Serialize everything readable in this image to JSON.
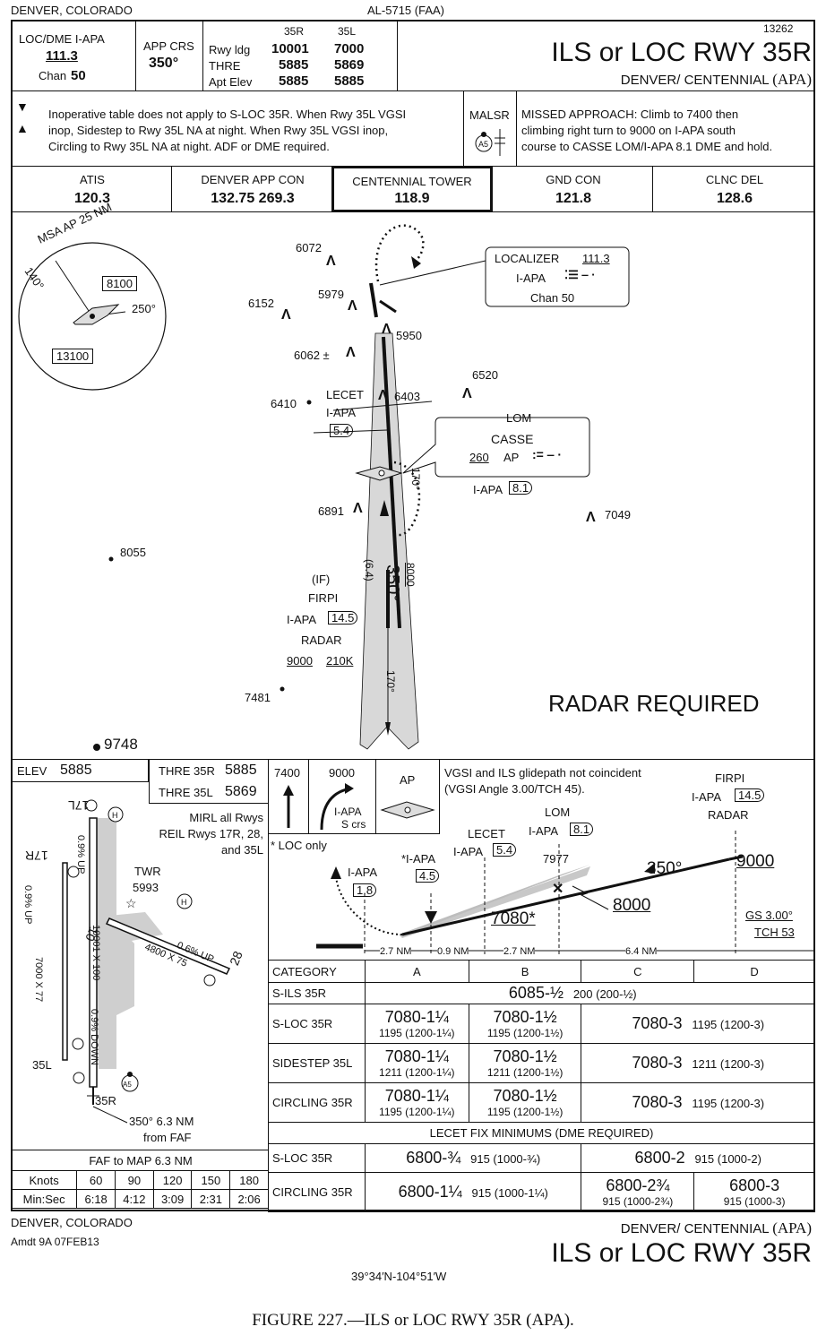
{
  "header": {
    "location": "DENVER, COLORADO",
    "procedure_id": "AL-5715 (FAA)",
    "chart_number": "13262",
    "title": "ILS or LOC RWY 35R",
    "airport": "DENVER/ CENTENNIAL",
    "airport_id": "(APA)",
    "loc_label": "LOC/DME  I-APA",
    "loc_freq": "111.3",
    "chan_label": "Chan",
    "chan_value": "50",
    "app_crs_label": "APP CRS",
    "app_crs_value": "350°",
    "rwy_cols": [
      "35R",
      "35L"
    ],
    "rwy_rows": [
      {
        "label": "Rwy ldg",
        "values": [
          "10001",
          "7000"
        ]
      },
      {
        "label": "THRE",
        "values": [
          "5885",
          "5869"
        ]
      },
      {
        "label": "Apt Elev",
        "values": [
          "5885",
          "5885"
        ]
      }
    ]
  },
  "notes": {
    "note_t_icon": "takeoff-minimums-icon",
    "note_a_icon": "alternate-minimums-icon",
    "text_line1": "Inoperative table does not apply to S-LOC 35R.  When Rwy 35L VGSI",
    "text_line2": "inop, Sidestep to Rwy 35L NA at night.  When Rwy 35L VGSI inop,",
    "text_line3": "Circling to Rwy 35L NA at night.  ADF or DME required.",
    "malsr": "MALSR",
    "malsr_symbol": "A5",
    "missed_line1": "MISSED APPROACH:  Climb to 7400 then",
    "missed_line2": "climbing right turn to 9000 on I-APA south",
    "missed_line3": "course to CASSE LOM/I-APA 8.1 DME and hold."
  },
  "comms": [
    {
      "name": "ATIS",
      "freq": "120.3"
    },
    {
      "name": "DENVER APP CON",
      "freq": "132.75  269.3"
    },
    {
      "name": "CENTENNIAL TOWER",
      "freq": "118.9"
    },
    {
      "name": "GND CON",
      "freq": "121.8"
    },
    {
      "name": "CLNC DEL",
      "freq": "128.6"
    }
  ],
  "plan": {
    "msa_title": "MSA AP 25 NM",
    "msa_bearing1": "140°",
    "msa_bearing2": "250°",
    "msa_alt1": "8100",
    "msa_alt2": "13100",
    "localizer_title": "LOCALIZER",
    "localizer_freq": "111.3",
    "localizer_id": "I-APA",
    "localizer_chan": "Chan 50",
    "lom_title": "LOM",
    "lom_name": "CASSE",
    "lom_freq": "260",
    "lom_id": "AP",
    "lom_dme_id": "I-APA",
    "lom_dme": "8.1",
    "lecet_name": "LECET",
    "lecet_id": "I-APA",
    "lecet_dme": "5.4",
    "if_label": "(IF)",
    "firpi_name": "FIRPI",
    "firpi_id": "I-APA",
    "firpi_dme": "14.5",
    "radar_label": "RADAR",
    "firpi_alt": "9000",
    "firpi_speed": "210K",
    "inbound_course": "350°",
    "inbound_dist": "(6.4)",
    "inbound_alt": "8000",
    "hold_course": "170°",
    "outbound_course": "170°",
    "radar_required": "RADAR REQUIRED",
    "elevations": [
      {
        "name": "obstacle-6072",
        "text": "6072"
      },
      {
        "name": "obstacle-5979",
        "text": "5979"
      },
      {
        "name": "obstacle-6152",
        "text": "6152"
      },
      {
        "name": "obstacle-5950",
        "text": "5950"
      },
      {
        "name": "obstacle-6062",
        "text": "6062 ±"
      },
      {
        "name": "obstacle-6520",
        "text": "6520"
      },
      {
        "name": "obstacle-6403",
        "text": "6403"
      },
      {
        "name": "obstacle-6410",
        "text": "6410"
      },
      {
        "name": "obstacle-6891",
        "text": "6891"
      },
      {
        "name": "obstacle-7049",
        "text": "7049"
      },
      {
        "name": "spot-8055",
        "text": "8055"
      },
      {
        "name": "spot-7481",
        "text": "7481"
      },
      {
        "name": "spot-9748",
        "text": "9748"
      }
    ]
  },
  "airport": {
    "elev_label": "ELEV",
    "elev_value": "5885",
    "thre35r_label": "THRE 35R",
    "thre35r_value": "5885",
    "thre35l_label": "THRE 35L",
    "thre35l_value": "5869",
    "mirl": "MIRL all Rwys",
    "reil1": "REIL Rwys 17R, 28,",
    "reil2": "and 35L",
    "twr_label": "TWR",
    "twr_elev": "5993",
    "rwy17l": "17L",
    "rwy17r": "17R",
    "rwy10": "10",
    "rwy28": "28",
    "rwy35l": "35L",
    "rwy35r": "35R",
    "grad1": "0.9% UP",
    "grad2": "0.9% UP",
    "grad3": "0.6% UP",
    "grad4": "0.9% DOWN",
    "dim1": "10001 X 100",
    "dim2": "7000 X 77",
    "dim3": "4800 X 75",
    "faf_line1": "350° 6.3 NM",
    "faf_line2": "from FAF",
    "faf_title": "FAF to MAP  6.3 NM",
    "speed_headers": [
      "Knots",
      "60",
      "90",
      "120",
      "150",
      "180"
    ],
    "speed_times": [
      "Min:Sec",
      "6:18",
      "4:12",
      "3:09",
      "2:31",
      "2:06"
    ]
  },
  "profile": {
    "ma_alt1": "7400",
    "ma_alt2": "9000",
    "ma_icon_label": "AP",
    "ma_course": "I-APA",
    "ma_course2": "S crs",
    "loc_only": "* LOC only",
    "vgsi_note1": "VGSI and ILS glidepath not coincident",
    "vgsi_note2": "(VGSI Angle 3.00/TCH 45).",
    "firpi_name": "FIRPI",
    "firpi_id": "I-APA",
    "firpi_dme": "14.5",
    "radar": "RADAR",
    "lom_name": "LOM",
    "lom_id": "I-APA",
    "lom_dme": "8.1",
    "lom_alt": "7977",
    "lecet_name": "LECET",
    "lecet_id": "I-APA",
    "lecet_dme": "5.4",
    "stepdown_id": "*I-APA",
    "stepdown_dme": "4.5",
    "map_id": "I-APA",
    "map_dme": "1.8",
    "course": "350°",
    "alt_9000": "9000",
    "alt_8000": "8000",
    "alt_7080": "7080*",
    "gs": "GS 3.00°",
    "tch": "TCH 53",
    "seg1": "2.7 NM",
    "seg2": "0.9 NM",
    "seg3": "2.7 NM",
    "seg4": "6.4 NM"
  },
  "minimums": {
    "headers": [
      "CATEGORY",
      "A",
      "B",
      "C",
      "D"
    ],
    "sils_label": "S-ILS 35R",
    "sils_value": "6085-½",
    "sils_haa": "200 (200-½)",
    "sloc_label": "S-LOC 35R",
    "sloc_ab1": "7080-1¼",
    "sloc_ab1_h": "1195 (1200-1¼)",
    "sloc_ab2": "7080-1½",
    "sloc_ab2_h": "1195 (1200-1½)",
    "sloc_cd": "7080-3",
    "sloc_cd_h": "1195 (1200-3)",
    "side_label": "SIDESTEP 35L",
    "side_ab1": "7080-1¼",
    "side_ab1_h": "1211 (1200-1¼)",
    "side_ab2": "7080-1½",
    "side_ab2_h": "1211 (1200-1½)",
    "side_cd": "7080-3",
    "side_cd_h": "1211 (1200-3)",
    "circ_label": "CIRCLING 35R",
    "circ_ab1": "7080-1¼",
    "circ_ab1_h": "1195 (1200-1¼)",
    "circ_ab2": "7080-1½",
    "circ_ab2_h": "1195 (1200-1½)",
    "circ_cd": "7080-3",
    "circ_cd_h": "1195 (1200-3)",
    "lecet_title": "LECET FIX MINIMUMS (DME REQUIRED)",
    "l_sloc_label": "S-LOC 35R",
    "l_sloc_ab": "6800-¾",
    "l_sloc_ab_h": "915 (1000-¾)",
    "l_sloc_cd": "6800-2",
    "l_sloc_cd_h": "915 (1000-2)",
    "l_circ_label": "CIRCLING 35R",
    "l_circ_ab": "6800-1¼",
    "l_circ_ab_h": "915 (1000-1¼)",
    "l_circ_c": "6800-2¾",
    "l_circ_c_h": "915 (1000-2¾)",
    "l_circ_d": "6800-3",
    "l_circ_d_h": "915 (1000-3)"
  },
  "footer": {
    "location": "DENVER, COLORADO",
    "amendment": "Amdt 9A  07FEB13",
    "coords": "39°34′N-104°51′W",
    "airport": "DENVER/ CENTENNIAL",
    "airport_id": "(APA)",
    "title": "ILS or LOC RWY 35R",
    "caption": "FIGURE 227.—ILS or LOC RWY 35R (APA)."
  }
}
